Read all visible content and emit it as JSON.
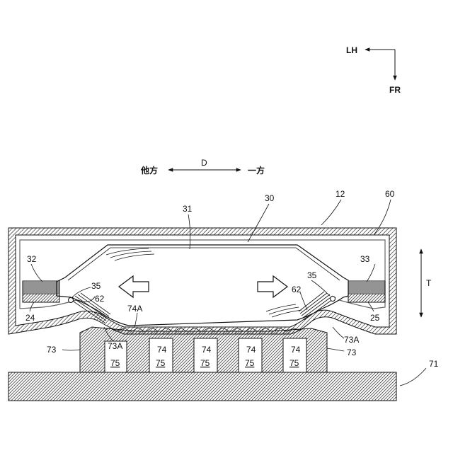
{
  "orientation": {
    "left_label": "LH",
    "front_label": "FR"
  },
  "direction": {
    "label": "D",
    "other_side": "他方",
    "one_side": "一方"
  },
  "thickness_label": "T",
  "refs": {
    "r12": "12",
    "r24": "24",
    "r25": "25",
    "r30": "30",
    "r31": "31",
    "r32": "32",
    "r33": "33",
    "r35_left": "35",
    "r35_right": "35",
    "r60": "60",
    "r62_left": "62",
    "r62_right": "62",
    "r71": "71",
    "r73_left": "73",
    "r73_right": "73",
    "r73A_left": "73A",
    "r73A_right": "73A",
    "r74A": "74A",
    "r74": [
      "74",
      "74",
      "74",
      "74"
    ],
    "r75": [
      "75",
      "75",
      "75",
      "75",
      "75"
    ]
  }
}
